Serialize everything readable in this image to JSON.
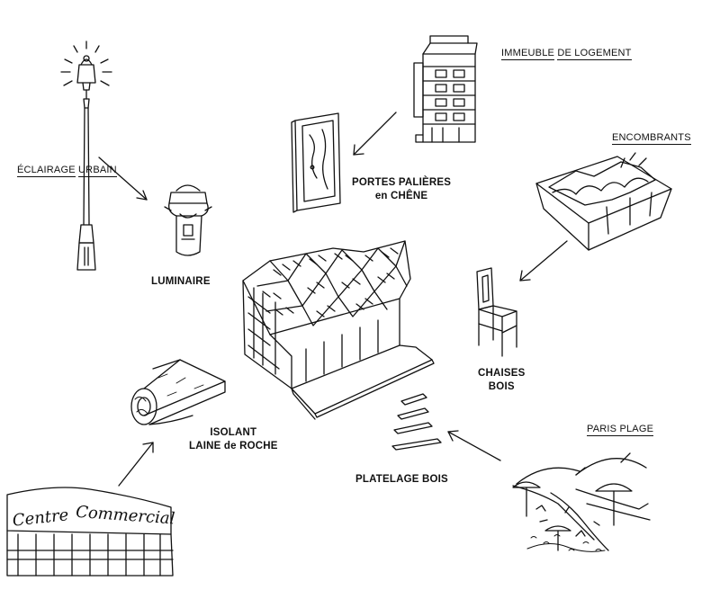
{
  "labels": {
    "eclairage": {
      "line1": "ÉCLAIRAGE",
      "line2": "URBAIN"
    },
    "luminaire": "LUMINAIRE",
    "immeuble": {
      "line1": "IMMEUBLE",
      "line2": "DE LOGEMENT"
    },
    "portes": {
      "line1": "PORTES PALIÈRES",
      "line2": "en CHÊNE"
    },
    "encombrants": "ENCOMBRANTS",
    "chaises": {
      "line1": "CHAISES",
      "line2": "BOIS"
    },
    "isolant": {
      "line1": "ISOLANT",
      "line2": "LAINE de ROCHE"
    },
    "platelage": "PLATELAGE BOIS",
    "paris_plage": "PARIS PLAGE"
  },
  "sign_text": {
    "word1": "Centre",
    "word2": "Commercial"
  },
  "colors": {
    "ink": "#111111",
    "background": "#ffffff"
  }
}
